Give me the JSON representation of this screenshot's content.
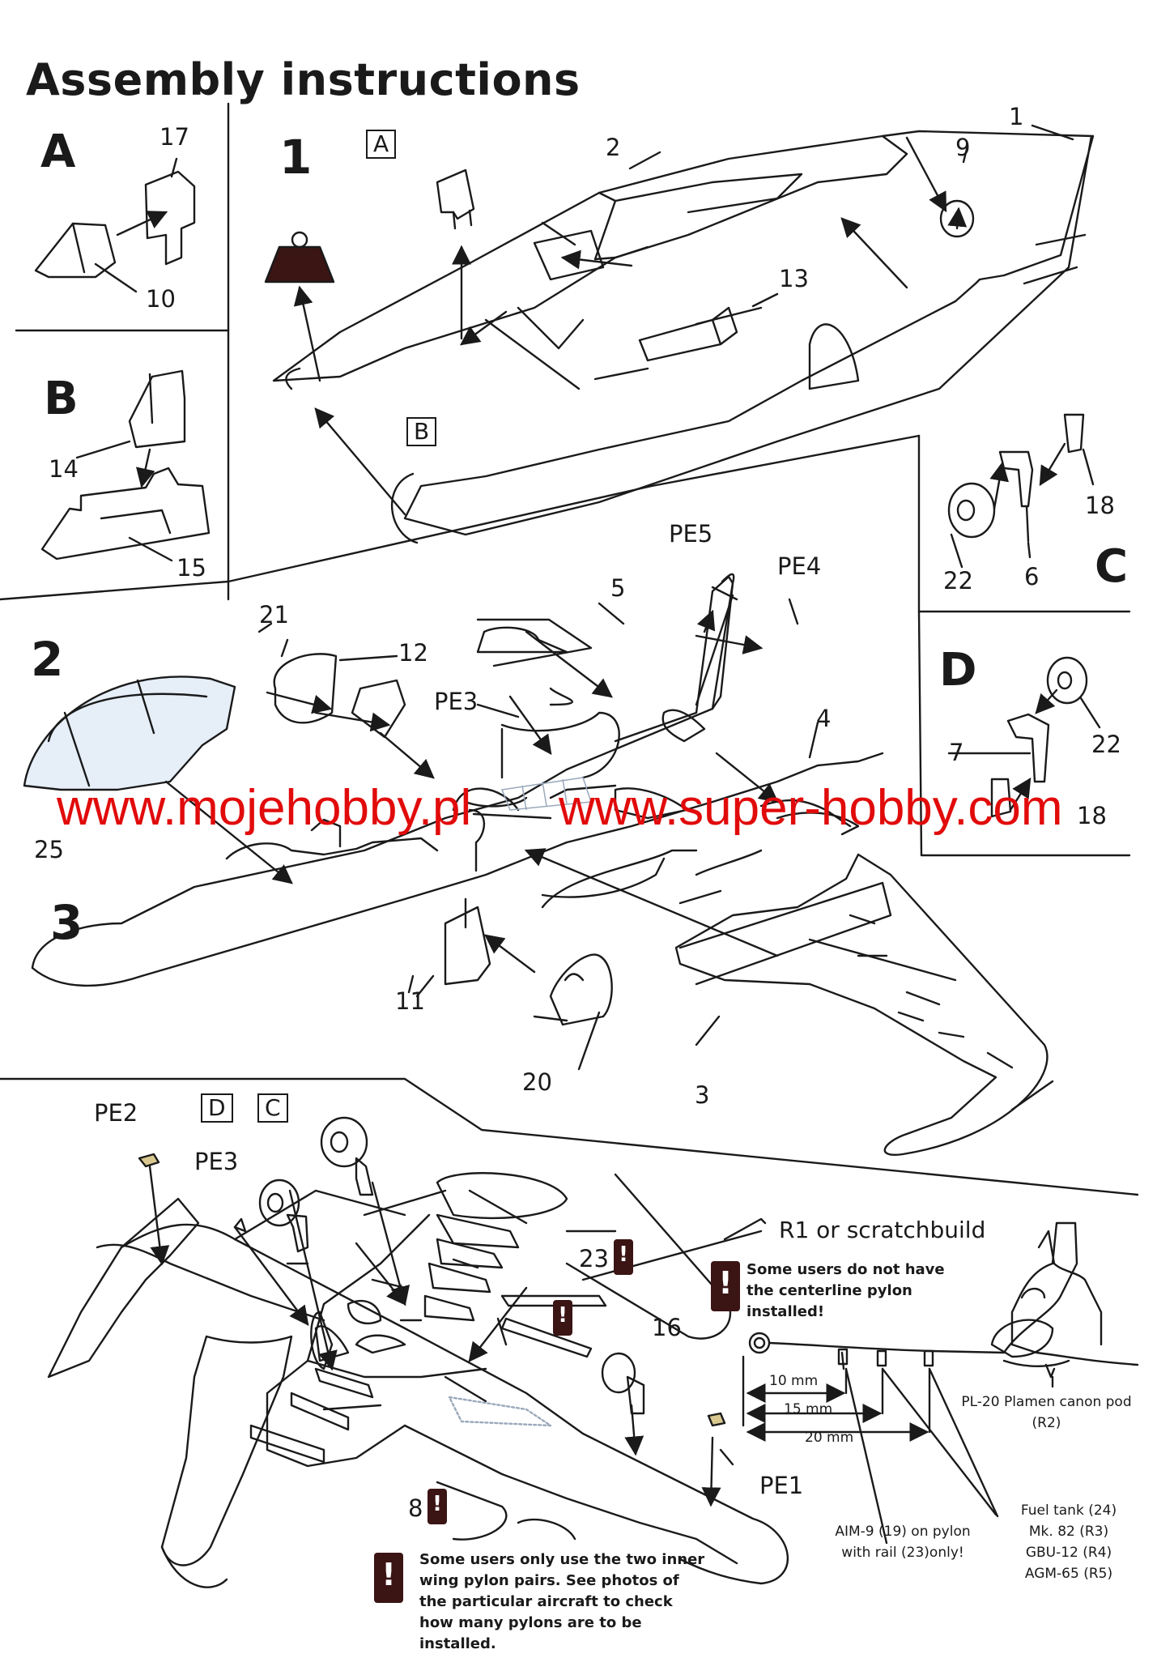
{
  "title": "Assembly instructions",
  "sections": {
    "A": "A",
    "B": "B",
    "C": "C",
    "D": "D"
  },
  "steps": {
    "s1": "1",
    "s2": "2",
    "s3": "3"
  },
  "callouts": {
    "box_a": "A",
    "box_b": "B",
    "box_c": "C",
    "box_d": "D",
    "n1": "1",
    "n2": "2",
    "n3": "3",
    "n4": "4",
    "n5": "5",
    "n6": "6",
    "n7": "7",
    "n8": "8",
    "n9": "9",
    "n10": "10",
    "n11": "11",
    "n12": "12",
    "n13": "13",
    "n14": "14",
    "n15": "15",
    "n16": "16",
    "n17": "17",
    "n18_c": "18",
    "n18_d": "18",
    "n20": "20",
    "n21": "21",
    "n22_c": "22",
    "n22_d": "22",
    "n23": "23",
    "n25": "25",
    "pe1": "PE1",
    "pe2": "PE2",
    "pe3_a": "PE3",
    "pe3_b": "PE3",
    "pe4": "PE4",
    "pe5": "PE5"
  },
  "watermark": {
    "left": "www.mojehobby.pl",
    "right": "www.super-hobby.com"
  },
  "pylon_diagram": {
    "header": "R1 or scratchbuild",
    "note_centerline": "Some users do not have the centerline pylon installed!",
    "dims": [
      "10 mm",
      "15 mm",
      "20 mm"
    ],
    "canon_pod": "PL-20 Plamen canon pod (R2)",
    "aim9": "AIM-9 (19) on pylon with rail (23)only!",
    "stores": [
      "Fuel tank (24)",
      "Mk. 82 (R3)",
      "GBU-12 (R4)",
      "AGM-65 (R5)"
    ]
  },
  "note_wing": "Some users only use the two inner wing pylon pairs. See photos of the particular aircraft to check how many pylons are to be installed.",
  "colors": {
    "ink": "#1a1a1a",
    "watermark": "#e10b0b",
    "warning": "#3b1414",
    "weight": "#3b1414",
    "canopy": "#e6eef8"
  }
}
